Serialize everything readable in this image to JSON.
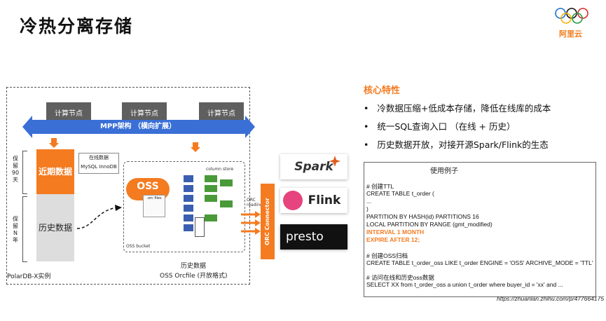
{
  "title": "冷热分离存储",
  "logo": {
    "name": "阿里云"
  },
  "diagram": {
    "compute_nodes": [
      "计算节点",
      "计算节点",
      "计算节点"
    ],
    "mpp_label": "MPP架构 （横向扩展）",
    "near_data": "近期数据",
    "history_data": "历史数据",
    "retain_90": "保留90天",
    "retain_n": "保留N年",
    "online_data": "在线数据",
    "mysql": "MySQL InnoDB",
    "oss": "OSS",
    "orc_files": ".orc files",
    "column_store": "column store",
    "oss_bucket": "OSS bucket",
    "orc_reading": "ORC reading",
    "orc_connector": "ORC Connector",
    "history_caption": "历史数据",
    "oss_orcfile": "OSS Orcfile (开放格式)",
    "polardb": "PolarDB-X实例",
    "engines": [
      "Spark",
      "Flink",
      "presto"
    ]
  },
  "features": {
    "heading": "核心特性",
    "bullets": [
      "冷数据压缩+低成本存储，降低在线库的成本",
      "统一SQL查询入口 （在线 + 历史）",
      "历史数据开放，对接开源Spark/Flink的生态"
    ]
  },
  "example": {
    "title": "使用例子",
    "lines": [
      "# 创建TTL",
      "CREATE TABLE t_order (",
      "   ...",
      ")",
      "PARTITION BY HASH(id) PARTITIONS 16",
      "LOCAL PARTITION BY RANGE (gmt_modified)",
      "INTERVAL 1 MONTH",
      "EXPIRE AFTER 12;",
      "",
      "# 创建OSS归档",
      "CREATE TABLE t_order_oss LIKE t_order ENGINE = 'OSS' ARCHIVE_MODE = 'TTL'",
      "",
      "# 访问在线和历史oss数据",
      "SELECT XX from t_order_oss a union t_order where buyer_id =    'xx'    and ..."
    ]
  },
  "url": "https://zhuanlan.zhihu.com/p/477664175",
  "colors": {
    "accent": "#f47b20",
    "mpp": "#3a6fd6"
  }
}
